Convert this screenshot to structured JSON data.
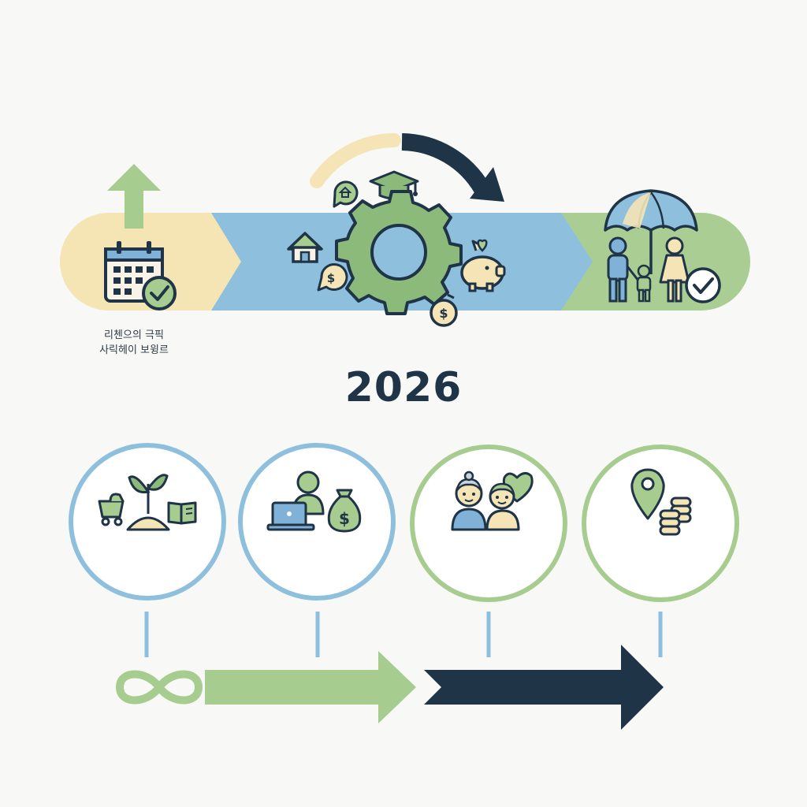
{
  "year_label": "2026",
  "caption": {
    "line1": "리첸으의 극픽",
    "line2": "사릭헤이 보윙르"
  },
  "colors": {
    "cream": "#f6e5b4",
    "blue": "#8ec0dd",
    "green": "#a7cc8f",
    "navy": "#1f3447",
    "icon_green": "#8cba7a",
    "icon_blue": "#7fb2d6"
  },
  "icons": [
    "arrow-up-icon",
    "calendar-check-icon",
    "house-icon",
    "gear-icon",
    "graduation-cap-icon",
    "piggy-bank-icon",
    "dollar-coin-icon",
    "umbrella-icon",
    "family-icon",
    "checkmark-icon",
    "stroller-icon",
    "sprout-icon",
    "book-icon",
    "laptop-worker-icon",
    "money-bag-icon",
    "elderly-couple-icon",
    "heart-icon",
    "location-pin-icon",
    "coin-stack-icon",
    "infinity-icon"
  ]
}
